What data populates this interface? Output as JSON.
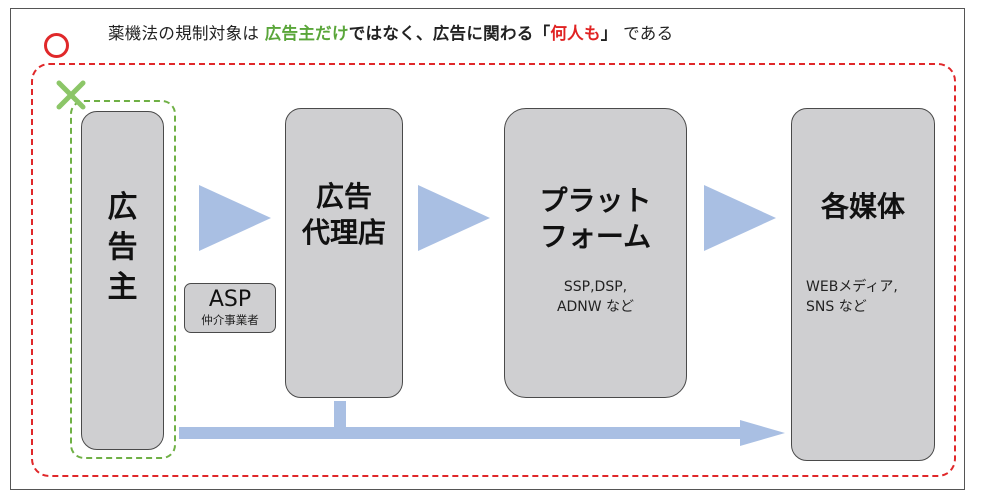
{
  "headline": {
    "part1": "薬機法の規制対象は",
    "part2": "広告主だけ",
    "part3": "ではなく、広告に関わる",
    "part4": "「",
    "part5": "何人も",
    "part6": "」",
    "part7": "である"
  },
  "marks": {
    "ok": "circle-mark",
    "ng": "cross-mark"
  },
  "boxes": {
    "advertiser": {
      "title": "広\n告\n主"
    },
    "agency": {
      "title": "広告\n代理店"
    },
    "platform": {
      "title": "プラット\nフォーム",
      "sub": "SSP,DSP,\nADNW など"
    },
    "media": {
      "title": "各媒体",
      "sub": "WEBメディア,\nSNS など"
    }
  },
  "asp": {
    "main": "ASP",
    "sub": "仲介事業者"
  },
  "colors": {
    "red": "#e0282a",
    "green": "#6fb045",
    "box": "#cfcfd1",
    "arrow": "#a9bfe3"
  }
}
